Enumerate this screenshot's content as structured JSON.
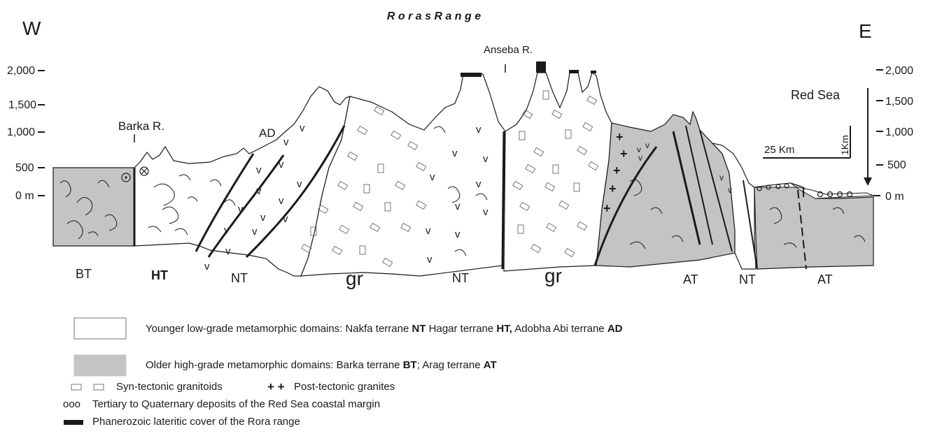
{
  "title": "R o r a s   R a n g e",
  "directions": {
    "west": "W",
    "east": "E"
  },
  "rivers": {
    "anseba": "Anseba R.",
    "barka": "Barka R.",
    "red_sea": "Red  Sea"
  },
  "elevation_labels_left": [
    "2,000",
    "1,500",
    "1,000",
    "500",
    "0 m"
  ],
  "elevation_labels_right": [
    "2,000",
    "1,500",
    "1,000",
    "500",
    "0 m"
  ],
  "scale": {
    "horizontal": "25 Km",
    "vertical": "1Km"
  },
  "units": {
    "bt": "BT",
    "ht": "HT",
    "nt_1": "NT",
    "gr_1": "gr",
    "nt_2": "NT",
    "gr_2": "gr",
    "at_1": "AT",
    "nt_3": "NT",
    "at_2": "AT",
    "ad": "AD"
  },
  "legend": {
    "younger": {
      "prefix": "Younger low-grade metamorphic domains:  Nakfa terrane ",
      "nt": "NT",
      "mid1": "  Hagar terrane ",
      "ht": "HT,",
      "mid2": " Adobha Abi terrane ",
      "ad": "AD"
    },
    "older": {
      "prefix": "Older high-grade metamorphic domains: Barka terrane ",
      "bt": "BT",
      "mid": "; Arag terrane ",
      "at": "AT"
    },
    "syn_tectonic": "Syn-tectonic granitoids",
    "post_tectonic_symbol": "+ +",
    "post_tectonic": "Post-tectonic granites",
    "tertiary_symbol": "ooo",
    "tertiary": "Tertiary to Quaternary deposits of the Red Sea coastal margin",
    "phanerozoic": "Phanerozoic lateritic cover of the Rora range"
  },
  "colors": {
    "older_domain_fill": "#c4c4c4",
    "younger_domain_fill": "#ffffff",
    "line": "#1a1a1a"
  }
}
